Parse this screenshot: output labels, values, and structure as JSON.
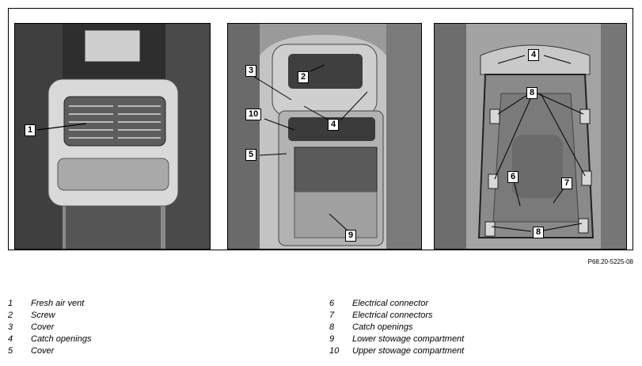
{
  "figure": {
    "reference": "P68.20-5225-08",
    "panels": [
      {
        "callouts": [
          "1"
        ]
      },
      {
        "callouts": [
          "2",
          "3",
          "4",
          "10",
          "5",
          "9"
        ]
      },
      {
        "callouts": [
          "4",
          "8",
          "6",
          "7",
          "8"
        ]
      }
    ]
  },
  "legend": {
    "left": [
      {
        "num": "1",
        "text": "Fresh air vent"
      },
      {
        "num": "2",
        "text": "Screw"
      },
      {
        "num": "3",
        "text": "Cover"
      },
      {
        "num": "4",
        "text": "Catch openings"
      },
      {
        "num": "5",
        "text": "Cover"
      }
    ],
    "right": [
      {
        "num": "6",
        "text": "Electrical connector"
      },
      {
        "num": "7",
        "text": "Electrical connectors"
      },
      {
        "num": "8",
        "text": "Catch openings"
      },
      {
        "num": "9",
        "text": "Lower stowage compartment"
      },
      {
        "num": "10",
        "text": "Upper stowage compartment"
      }
    ]
  },
  "colors": {
    "frame": "#000000",
    "photo_dark": "#3a3a3a",
    "photo_mid": "#8f8f8f",
    "photo_light": "#d6d6d6"
  }
}
